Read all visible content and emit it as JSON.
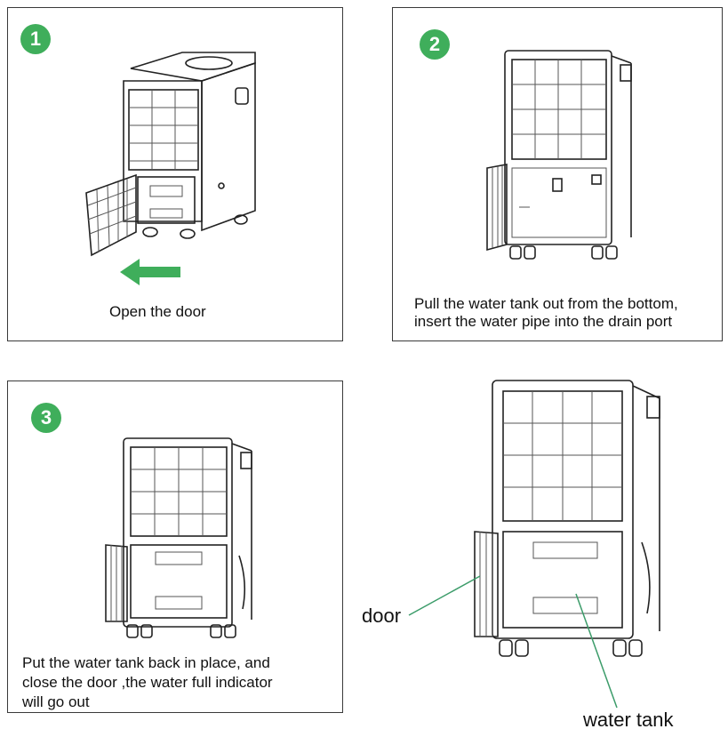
{
  "steps": [
    {
      "number": "1",
      "caption": "Open the door"
    },
    {
      "number": "2",
      "caption_line1": "Pull the water tank out from the bottom,",
      "caption_line2": "insert the water pipe into the drain port"
    },
    {
      "number": "3",
      "caption_line1": "Put the water tank back in place, and",
      "caption_line2": "close the door ,the water full indicator",
      "caption_line3": "will go out"
    }
  ],
  "callouts": {
    "door": "door",
    "water_tank": "water tank"
  },
  "colors": {
    "badge": "#3fae5b",
    "arrow": "#3fae5b",
    "callout_line": "#3c9c6a"
  }
}
